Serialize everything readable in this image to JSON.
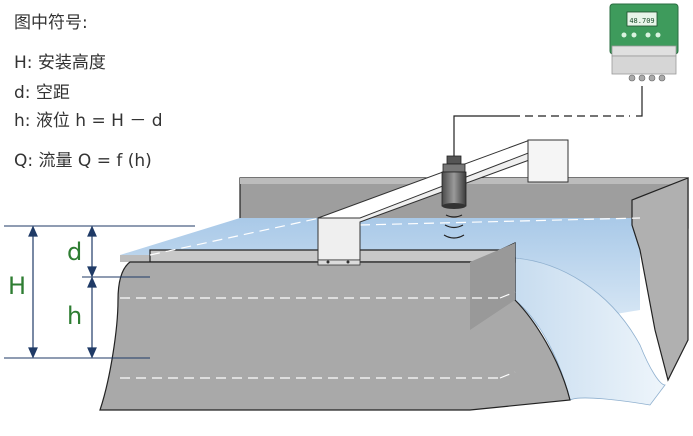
{
  "legend": {
    "title": "图中符号:",
    "items": [
      "H: 安装高度",
      "d: 空距",
      "h: 液位 h = H － d",
      "Q: 流量 Q = f (h)"
    ]
  },
  "labels": {
    "H": "H",
    "d": "d",
    "h": "h"
  },
  "device": {
    "display_value": "48.709"
  },
  "colors": {
    "channel_gray": "#a8a8a8",
    "water_blue": "#b6d3ec",
    "label_green": "#2e7d32",
    "device_green": "#3e9b5c",
    "dimension_line": "#1f3a66"
  }
}
